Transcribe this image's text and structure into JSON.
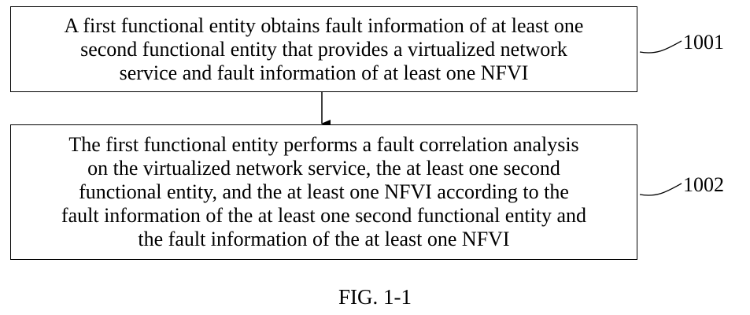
{
  "steps": [
    {
      "ref": "1001",
      "lines": [
        "A first functional entity obtains fault information of at least one",
        "second functional entity that provides a virtualized network",
        "service and fault information of at least one NFVI"
      ]
    },
    {
      "ref": "1002",
      "lines": [
        "The first functional entity performs a fault correlation analysis",
        "on the virtualized network service, the at least one second",
        "functional entity, and the at least one NFVI according to the",
        "fault information of the at least one second functional entity and",
        "the fault information of the at least one NFVI"
      ]
    }
  ],
  "caption": "FIG. 1-1"
}
